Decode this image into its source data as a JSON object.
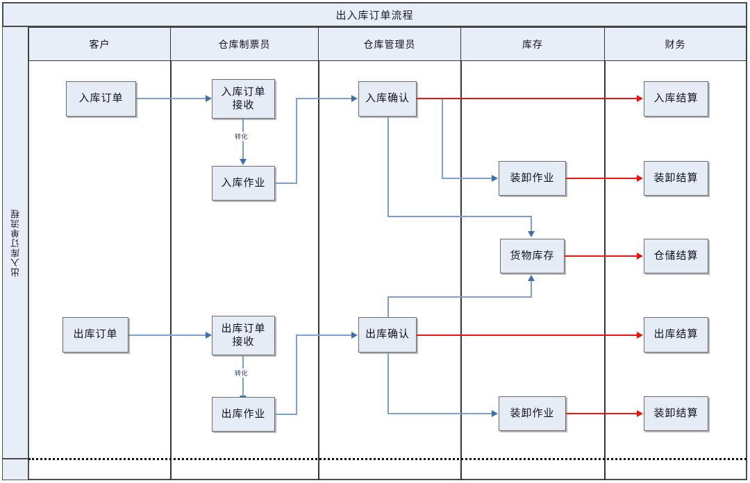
{
  "diagram": {
    "title": "出入库订单流程",
    "lane_label": "出入库订单流程",
    "columns": [
      {
        "id": "customer",
        "label": "客户"
      },
      {
        "id": "warehouse-clerk",
        "label": "仓库制票员"
      },
      {
        "id": "warehouse-manager",
        "label": "仓库管理员"
      },
      {
        "id": "inventory",
        "label": "库存"
      },
      {
        "id": "finance",
        "label": "财务"
      }
    ],
    "nodes": [
      {
        "id": "inbound-order",
        "label": "入库订单",
        "column": "customer"
      },
      {
        "id": "inbound-order-receive",
        "label": "入库订单\n接收",
        "line1": "入库订单",
        "line2": "接收",
        "column": "warehouse-clerk"
      },
      {
        "id": "inbound-operation",
        "label": "入库作业",
        "column": "warehouse-clerk"
      },
      {
        "id": "inbound-confirm",
        "label": "入库确认",
        "column": "warehouse-manager"
      },
      {
        "id": "unload-operation-top",
        "label": "装卸作业",
        "column": "inventory"
      },
      {
        "id": "goods-inventory",
        "label": "货物库存",
        "column": "inventory"
      },
      {
        "id": "inbound-settlement",
        "label": "入库结算",
        "column": "finance"
      },
      {
        "id": "unload-settlement-top",
        "label": "装卸结算",
        "column": "finance"
      },
      {
        "id": "storage-settlement",
        "label": "仓储结算",
        "column": "finance"
      },
      {
        "id": "outbound-order",
        "label": "出库订单",
        "column": "customer"
      },
      {
        "id": "outbound-order-receive",
        "label": "出库订单\n接收",
        "line1": "出库订单",
        "line2": "接收",
        "column": "warehouse-clerk"
      },
      {
        "id": "outbound-operation",
        "label": "出库作业",
        "column": "warehouse-clerk"
      },
      {
        "id": "outbound-confirm",
        "label": "出库确认",
        "column": "warehouse-manager"
      },
      {
        "id": "unload-operation-bottom",
        "label": "装卸作业",
        "column": "inventory"
      },
      {
        "id": "outbound-settlement",
        "label": "出库结算",
        "column": "finance"
      },
      {
        "id": "unload-settlement-bottom",
        "label": "装卸结算",
        "column": "finance"
      }
    ],
    "edge_labels": {
      "convert_top": "转化",
      "convert_bottom": "转化"
    },
    "edges": [
      {
        "from": "inbound-order",
        "to": "inbound-order-receive",
        "color": "#7d9fc9",
        "label": ""
      },
      {
        "from": "inbound-order-receive",
        "to": "inbound-operation",
        "color": "#7d9fc9",
        "label": "转化"
      },
      {
        "from": "inbound-operation",
        "to": "inbound-confirm",
        "color": "#7d9fc9",
        "label": ""
      },
      {
        "from": "inbound-confirm",
        "to": "inbound-settlement",
        "color": "#ee1111",
        "label": ""
      },
      {
        "from": "inbound-confirm",
        "to": "unload-operation-top",
        "color": "#7d9fc9",
        "label": ""
      },
      {
        "from": "inbound-confirm",
        "to": "goods-inventory",
        "color": "#7d9fc9",
        "label": ""
      },
      {
        "from": "unload-operation-top",
        "to": "unload-settlement-top",
        "color": "#ee1111",
        "label": ""
      },
      {
        "from": "goods-inventory",
        "to": "storage-settlement",
        "color": "#ee1111",
        "label": ""
      },
      {
        "from": "outbound-order",
        "to": "outbound-order-receive",
        "color": "#7d9fc9",
        "label": ""
      },
      {
        "from": "outbound-order-receive",
        "to": "outbound-operation",
        "color": "#7d9fc9",
        "label": "转化"
      },
      {
        "from": "outbound-operation",
        "to": "outbound-confirm",
        "color": "#7d9fc9",
        "label": ""
      },
      {
        "from": "outbound-confirm",
        "to": "outbound-settlement",
        "color": "#ee1111",
        "label": ""
      },
      {
        "from": "outbound-confirm",
        "to": "unload-operation-bottom",
        "color": "#7d9fc9",
        "label": ""
      },
      {
        "from": "outbound-confirm",
        "to": "goods-inventory",
        "color": "#7d9fc9",
        "label": ""
      },
      {
        "from": "unload-operation-bottom",
        "to": "unload-settlement-bottom",
        "color": "#ee1111",
        "label": ""
      }
    ],
    "colors": {
      "header_fill": "#e8eef7",
      "node_fill": "#e6ecf6",
      "node_border": "#6b6b6b",
      "flow_blue": "#7d9fc9",
      "arrow_blue": "#3f6fad",
      "flow_red": "#ee1111",
      "frame": "#4a4a4a"
    }
  }
}
